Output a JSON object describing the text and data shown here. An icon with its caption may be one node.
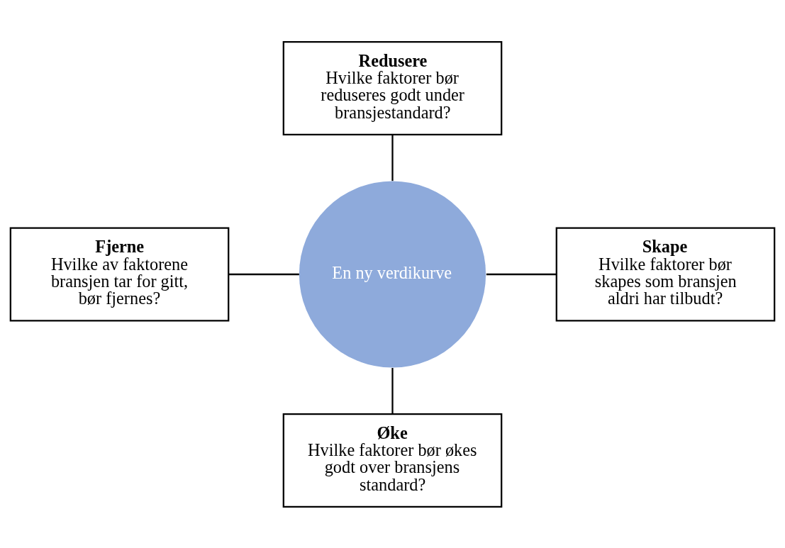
{
  "diagram": {
    "nodes": [
      {
        "text": [
          "Redusere",
          "Hvilke faktorer bør reduseres godt under bransjestandard?"
        ]
      },
      {
        "text": [
          "Fjerne",
          "Hvilke av faktorene bransjen tar for gitt, bør fjernes?"
        ]
      },
      {
        "text": [
          "En ny verdikurve"
        ]
      },
      {
        "text": [
          "Skape",
          "Hvilke faktorer bør skapes som bransjen aldri har tilbudt?"
        ]
      },
      {
        "text": [
          "Øke",
          "Hvilke faktorer bør økes godt over bransjens standard?"
        ]
      }
    ],
    "edges": [
      {
        "from": 0,
        "to": 2,
        "arrow": "none"
      },
      {
        "from": 1,
        "to": 2,
        "arrow": "none"
      },
      {
        "from": 2,
        "to": 3,
        "arrow": "none"
      },
      {
        "from": 2,
        "to": 4,
        "arrow": "none"
      }
    ]
  }
}
